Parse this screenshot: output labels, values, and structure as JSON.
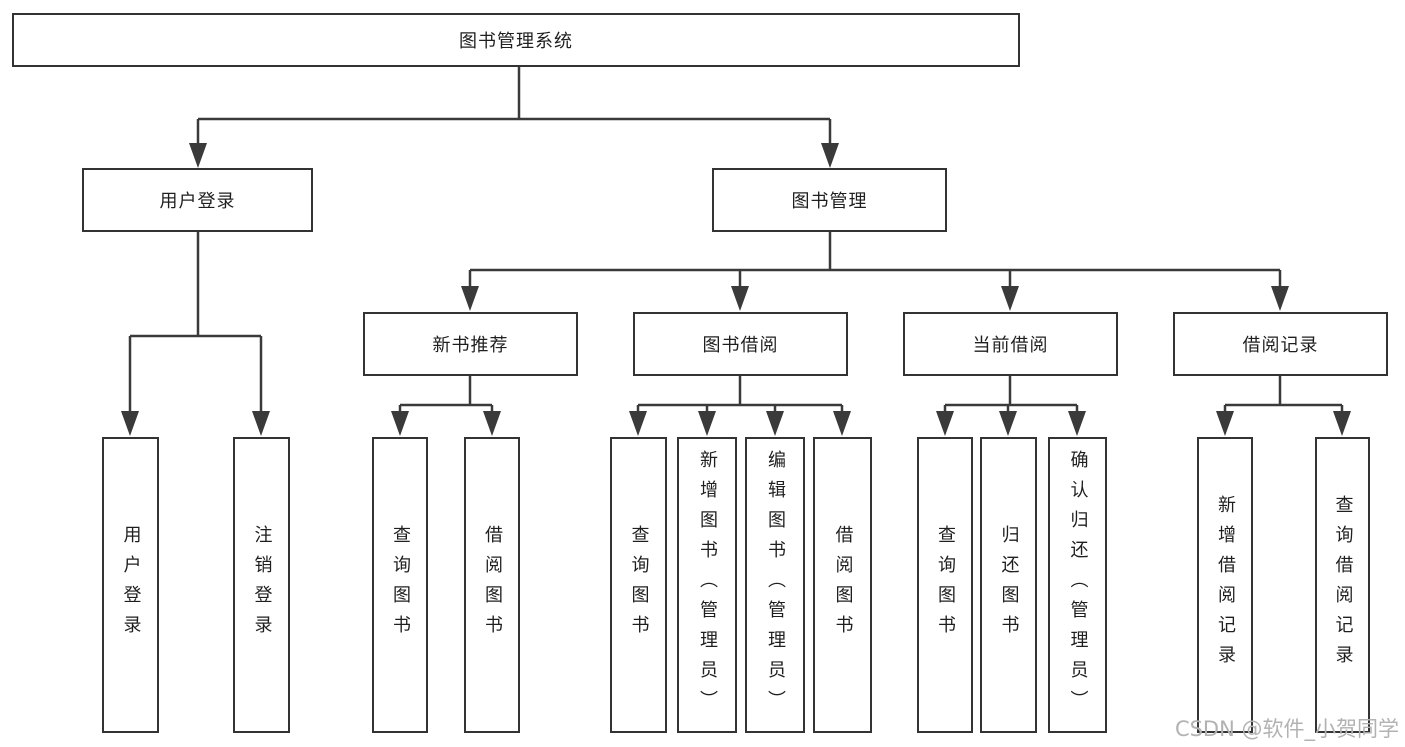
{
  "colors": {
    "line": "#3a3a3a",
    "border": "#333333",
    "text": "#1f1f1f",
    "watermark_color": "#b2b2b2",
    "background": "#ffffff"
  },
  "watermark": {
    "text": "CSDN @软件_小贺同学"
  },
  "tree": {
    "root": {
      "label": "图书管理系统"
    },
    "branches": [
      {
        "label": "用户登录",
        "children": [
          {
            "label": "用户登录"
          },
          {
            "label": "注销登录"
          }
        ]
      },
      {
        "label": "图书管理",
        "sections": [
          {
            "label": "新书推荐",
            "children": [
              {
                "label": "查询图书"
              },
              {
                "label": "借阅图书"
              }
            ]
          },
          {
            "label": "图书借阅",
            "children": [
              {
                "label": "查询图书"
              },
              {
                "label": "新增图书（管理员）"
              },
              {
                "label": "编辑图书（管理员）"
              },
              {
                "label": "借阅图书"
              }
            ]
          },
          {
            "label": "当前借阅",
            "children": [
              {
                "label": "查询图书"
              },
              {
                "label": "归还图书"
              },
              {
                "label": "确认归还（管理员）"
              }
            ]
          },
          {
            "label": "借阅记录",
            "children": [
              {
                "label": "新增借阅记录"
              },
              {
                "label": "查询借阅记录"
              }
            ]
          }
        ]
      }
    ]
  }
}
